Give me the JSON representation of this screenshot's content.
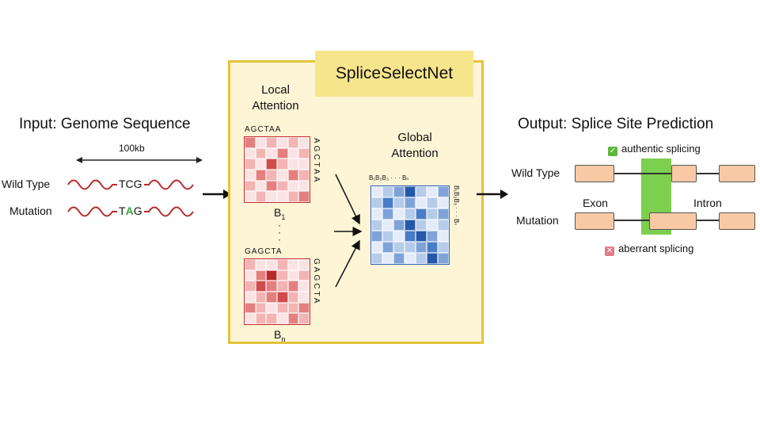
{
  "input": {
    "title": "Input: Genome Sequence",
    "length_label": "100kb",
    "wild_type_label": "Wild Type",
    "wild_type_seq": "TCG",
    "mutation_label": "Mutation",
    "mutation_seq_a": "T",
    "mutation_seq_b": "A",
    "mutation_seq_c": "G"
  },
  "model": {
    "name": "SpliceSelectNet",
    "local_attention": "Local\nAttention",
    "global_attention": "Global\nAttention",
    "block1_top": "AGCTAA",
    "block1_side": "AGCTAA",
    "block1_label": "B",
    "block1_sub": "1",
    "blockn_top": "GAGCTA",
    "blockn_side": "GAGCTA",
    "blockn_label": "B",
    "blockn_sub": "n",
    "global_top": "B₁B₂B₃ · · · Bₙ",
    "global_side": "B₁B₂B₃ · · · Bₙ",
    "dots": "·\n·\n·"
  },
  "output": {
    "title": "Output: Splice Site Prediction",
    "authentic": "authentic splicing",
    "aberrant": "aberrant splicing",
    "wild_type_label": "Wild Type",
    "mutation_label": "Mutation",
    "exon_label": "Exon",
    "intron_label": "Intron"
  },
  "colors": {
    "red_shades": [
      "#fbe3e3",
      "#f3b4b4",
      "#e57f7f",
      "#d14b4b",
      "#b82a2a"
    ],
    "blue_shades": [
      "#e3ecf8",
      "#b5cbea",
      "#7fa3d9",
      "#4a7cc7",
      "#2557ab"
    ],
    "green": "#7ccf4f",
    "exon": "#f8c9a4",
    "highlight": "#f7e58c"
  }
}
